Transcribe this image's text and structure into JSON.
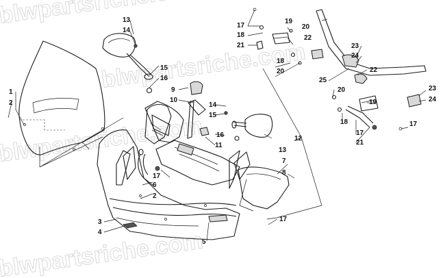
{
  "watermark": {
    "text": "blwpartsriche.com"
  },
  "callouts": [
    {
      "id": "c1",
      "text": "1"
    },
    {
      "id": "c2a",
      "text": "2"
    },
    {
      "id": "c2b",
      "text": "2"
    },
    {
      "id": "c3",
      "text": "3"
    },
    {
      "id": "c4",
      "text": "4"
    },
    {
      "id": "c5",
      "text": "5"
    },
    {
      "id": "c6",
      "text": "6"
    },
    {
      "id": "c7",
      "text": "7"
    },
    {
      "id": "c8",
      "text": "8"
    },
    {
      "id": "c9",
      "text": "9"
    },
    {
      "id": "c10",
      "text": "10"
    },
    {
      "id": "c11",
      "text": "11"
    },
    {
      "id": "c12",
      "text": "12"
    },
    {
      "id": "c13a",
      "text": "13"
    },
    {
      "id": "c13b",
      "text": "13"
    },
    {
      "id": "c14a",
      "text": "14"
    },
    {
      "id": "c14b",
      "text": "14"
    },
    {
      "id": "c15a",
      "text": "15"
    },
    {
      "id": "c15b",
      "text": "15"
    },
    {
      "id": "c16a",
      "text": "16"
    },
    {
      "id": "c16b",
      "text": "16"
    },
    {
      "id": "c17a",
      "text": "17"
    },
    {
      "id": "c17b",
      "text": "17"
    },
    {
      "id": "c17c",
      "text": "17"
    },
    {
      "id": "c17d",
      "text": "17"
    },
    {
      "id": "c17e",
      "text": "17"
    },
    {
      "id": "c18a",
      "text": "18"
    },
    {
      "id": "c18b",
      "text": "18"
    },
    {
      "id": "c18c",
      "text": "18"
    },
    {
      "id": "c19a",
      "text": "19"
    },
    {
      "id": "c19b",
      "text": "19"
    },
    {
      "id": "c20a",
      "text": "20"
    },
    {
      "id": "c20b",
      "text": "20"
    },
    {
      "id": "c20c",
      "text": "20"
    },
    {
      "id": "c21a",
      "text": "21"
    },
    {
      "id": "c21b",
      "text": "21"
    },
    {
      "id": "c22a",
      "text": "22"
    },
    {
      "id": "c22b",
      "text": "22"
    },
    {
      "id": "c23a",
      "text": "23"
    },
    {
      "id": "c23b",
      "text": "23"
    },
    {
      "id": "c24a",
      "text": "24"
    },
    {
      "id": "c24b",
      "text": "24"
    },
    {
      "id": "c25",
      "text": "25"
    }
  ]
}
